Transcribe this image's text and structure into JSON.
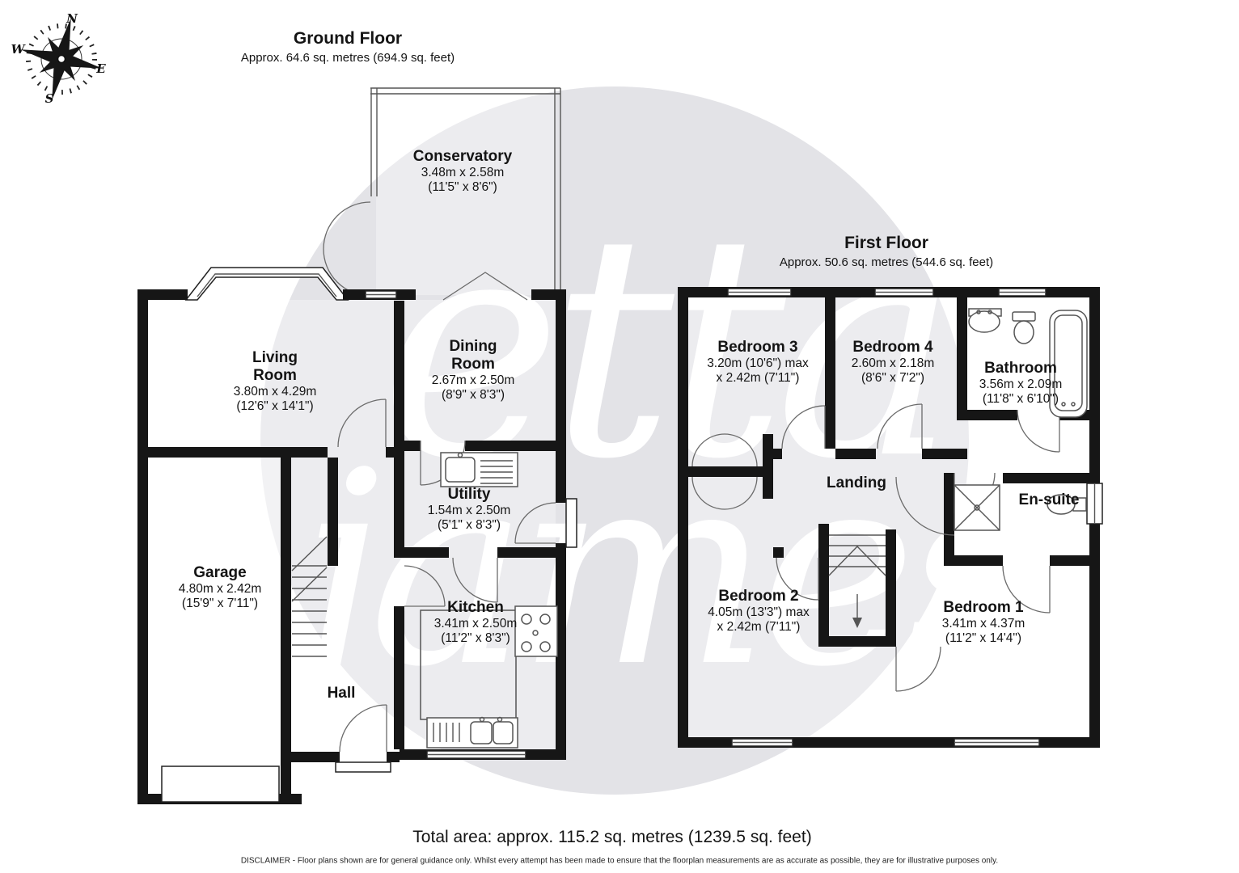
{
  "compass": {
    "north": "N",
    "east": "E",
    "south": "S",
    "west": "W"
  },
  "watermark": {
    "line1": "etta",
    "line2": "james"
  },
  "ground_floor": {
    "title": "Ground Floor",
    "subtitle": "Approx. 64.6 sq. metres (694.9 sq. feet)",
    "rooms": [
      {
        "name": "Conservatory",
        "dim_metric": "3.48m x 2.58m",
        "dim_imperial": "(11'5\" x 8'6\")"
      },
      {
        "name": "Living\nRoom",
        "dim_metric": "3.80m x 4.29m",
        "dim_imperial": "(12'6\" x 14'1\")"
      },
      {
        "name": "Dining\nRoom",
        "dim_metric": "2.67m x 2.50m",
        "dim_imperial": "(8'9\" x 8'3\")"
      },
      {
        "name": "Utility",
        "dim_metric": "1.54m x 2.50m",
        "dim_imperial": "(5'1\" x 8'3\")"
      },
      {
        "name": "Kitchen",
        "dim_metric": "3.41m x 2.50m",
        "dim_imperial": "(11'2\" x 8'3\")"
      },
      {
        "name": "Garage",
        "dim_metric": "4.80m x 2.42m",
        "dim_imperial": "(15'9\" x 7'11\")"
      },
      {
        "name": "Hall"
      }
    ]
  },
  "first_floor": {
    "title": "First Floor",
    "subtitle": "Approx. 50.6 sq. metres (544.6 sq. feet)",
    "rooms": [
      {
        "name": "Bedroom 3",
        "dim_metric": "3.20m (10'6\") max",
        "dim_imperial": "x 2.42m (7'11\")"
      },
      {
        "name": "Bedroom 4",
        "dim_metric": "2.60m x 2.18m",
        "dim_imperial": "(8'6\" x 7'2\")"
      },
      {
        "name": "Bathroom",
        "dim_metric": "3.56m x 2.09m",
        "dim_imperial": "(11'8\" x 6'10\")"
      },
      {
        "name": "Landing"
      },
      {
        "name": "En-suite"
      },
      {
        "name": "Bedroom 2",
        "dim_metric": "4.05m (13'3\") max",
        "dim_imperial": "x 2.42m (7'11\")"
      },
      {
        "name": "Bedroom 1",
        "dim_metric": "3.41m x 4.37m",
        "dim_imperial": "(11'2\" x 14'4\")"
      }
    ]
  },
  "footer": {
    "total_area": "Total area: approx. 115.2 sq. metres (1239.5 sq. feet)",
    "disclaimer": "DISCLAIMER -  Floor plans shown are for general guidance only. Whilst every attempt has been made to ensure that the floorplan measurements are as accurate as possible, they are for illustrative purposes only."
  },
  "colors": {
    "wall": "#161616",
    "thin_line": "#555555",
    "watermark_circle": "#e3e3e7",
    "watermark_text": "#ffffff"
  }
}
